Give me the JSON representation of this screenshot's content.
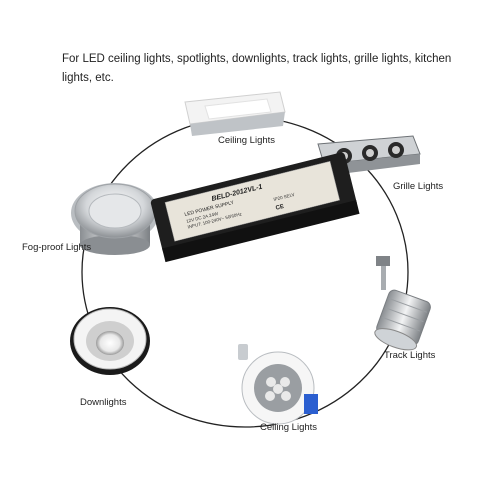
{
  "headline": "For LED ceiling lights, spotlights, downlights, track lights, grille lights, kitchen lights, etc.",
  "items": [
    {
      "name": "ceiling-lights-top",
      "label": "Ceiling Lights"
    },
    {
      "name": "grille-lights",
      "label": "Grille Lights"
    },
    {
      "name": "track-lights",
      "label": "Track Lights"
    },
    {
      "name": "ceiling-lights-bottom",
      "label": "Ceiling Lights"
    },
    {
      "name": "downlights",
      "label": "Downlights"
    },
    {
      "name": "fog-proof-lights",
      "label": "Fog-proof Lights"
    }
  ],
  "product": {
    "model": "BELD-2012VL-1",
    "type": "LED POWER SUPPLY",
    "rating_line1": "12V DC 2A  24W",
    "rating_line2": "INPUT: 100-240V~ 50/60Hz",
    "rating_line3": "IP20  SELV",
    "marks": "CE"
  },
  "colors": {
    "ring": "#222222",
    "driver_body": "#1e1e1e",
    "label_bg": "#e8e4da",
    "metal": "#c7cacd"
  }
}
